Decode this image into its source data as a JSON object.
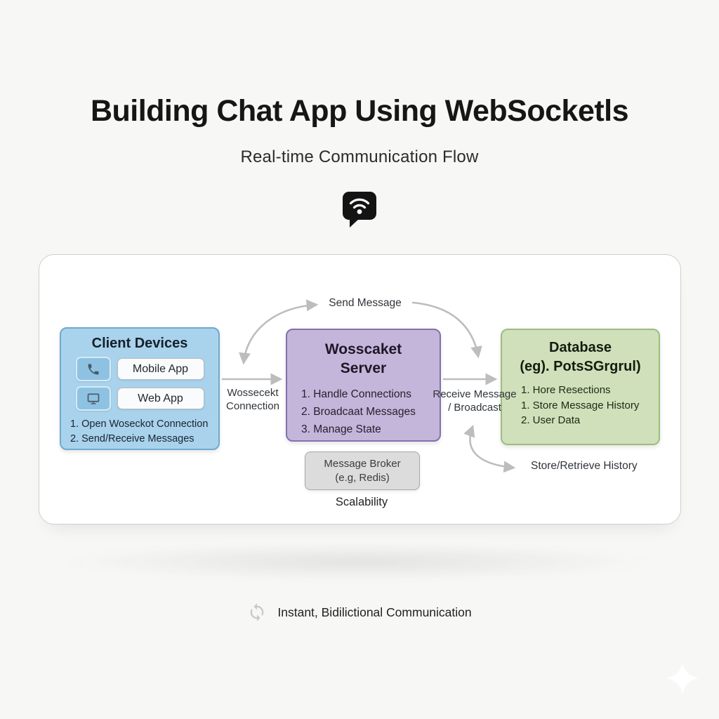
{
  "header": {
    "title": "Building Chat App Using WebSocketls",
    "subtitle": "Real-time Communication Flow",
    "icon": "wifi-chat-bubble-icon"
  },
  "diagram": {
    "client_box": {
      "title": "Client Devices",
      "devices": [
        {
          "icon": "phone-icon",
          "label": "Mobile App"
        },
        {
          "icon": "monitor-icon",
          "label": "Web App"
        }
      ],
      "steps": [
        "1. Open Woseckot Connection",
        "2. Send/Receive Messages"
      ]
    },
    "server_box": {
      "title_line1": "Wosscaket",
      "title_line2": "Server",
      "steps": [
        "1. Handle Connections",
        "2. Broadcaat Messages",
        "3. Manage State"
      ]
    },
    "database_box": {
      "title_line1": "Database",
      "title_line2": "(eg). PotsSGrgrul)",
      "steps": [
        "1. Hore Resections",
        "1. Store Message History",
        "2. User Data"
      ]
    },
    "broker_box": {
      "line1": "Message Broker",
      "line2": "(e.g, Redis)",
      "caption": "Scalability"
    },
    "flow_labels": {
      "send_message": "Send Message",
      "ws_connection_line1": "Wossecekt",
      "ws_connection_line2": "Connection",
      "receive_line1": "Receive Message",
      "receive_line2": "/ Broadcast",
      "store_retrieve": "Store/Retrieve History"
    }
  },
  "footer": {
    "icon": "sync-arrows-icon",
    "text": "Instant, Bidilictional Communication"
  },
  "colors": {
    "page-bg": "#f7f7f5",
    "panel-bg": "#ffffff",
    "panel-border": "#cfcfcf",
    "client-fill": "#a9d2ec",
    "client-border": "#70a9ce",
    "server-fill": "#c4b6da",
    "server-border": "#8570ac",
    "db-fill": "#cfe0bb",
    "db-border": "#9cbd7e",
    "broker-fill": "#dcdcdc",
    "broker-border": "#a8a8a8",
    "arrow": "#bdbdbd",
    "icon-dark": "#141414",
    "text-dark": "#161616"
  }
}
